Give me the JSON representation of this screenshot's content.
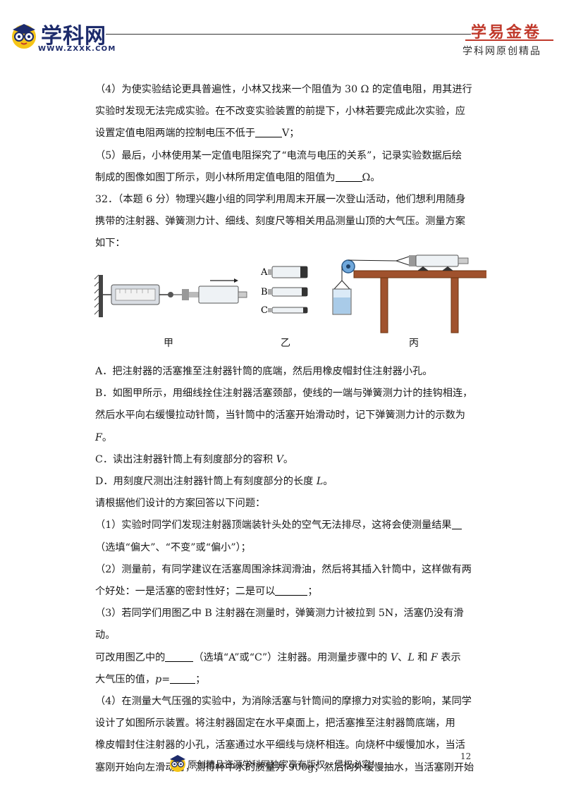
{
  "header": {
    "logo_text": "学科网",
    "logo_url": "WWW.ZXXK.COM",
    "brand_title": "学易金卷",
    "brand_subtitle": "学科网原创精品"
  },
  "body": {
    "p1": "（4）为使实验结论更具普遍性，小林又找来一个阻值为 30 Ω 的定值电阻，用其进行",
    "p2": "实验时发现无法完成实验。在不改变实验装置的前提下，小林若要完成此次实验，应",
    "p3a": "设置定值电阻两端的控制电压不低于",
    "p3b": "V；",
    "p4": "（5）最后，小林使用某一定值电阻探究了“电流与电压的关系”，记录实验数据后绘",
    "p5a": "制成的图像如图丁所示，则小林所用定值电阻的阻值为",
    "p5b": "Ω。",
    "q32_1": "32．（本题 6 分）物理兴趣小组的同学利用周末开展一次登山活动，他们想利用随身",
    "q32_2": "携带的注射器、弹簧测力计、细线、刻度尺等相关用品测量山顶的大气压。测量方案",
    "q32_3": "如下："
  },
  "figure": {
    "syringe_labels": [
      "A",
      "B",
      "C"
    ],
    "captions": [
      "甲",
      "乙",
      "丙"
    ]
  },
  "steps": {
    "a": "A．把注射器的活塞推至注射器针筒的底端，然后用橡皮帽封住注射器小孔。",
    "b1": "B．如图甲所示，用细线拴住注射器活塞颈部，使线的一端与弹簧测力计的挂钩相连，",
    "b2": "然后水平向右缓慢拉动针筒，当针筒中的活塞开始滑动时，记下弹簧测力计的示数为",
    "b3_var": "F",
    "b3_end": "。",
    "c_pre": "C．读出注射器针筒上有刻度部分的容积 ",
    "c_var": "V",
    "c_end": "。",
    "d_pre": "D．用刻度尺测出注射器针筒上有刻度部分的长度 ",
    "d_var": "L",
    "d_end": "。",
    "ask": "请根据他们设计的方案回答以下问题："
  },
  "questions": {
    "q1a": "（1）实验时同学们发现注射器顶端装针头处的空气无法排尽，这将会使测量结果",
    "q1b": "（选填“偏大”、“不变”或“偏小”）；",
    "q2a": "（2）测量前，有同学建议在活塞周围涂抹润滑油，然后将其插入针筒中，这样做有两",
    "q2b": "个好处：一是活塞的密封性好；二是可以",
    "q2c": "；",
    "q3a": "（3）若同学们用图乙中 B 注射器在测量时，弹簧测力计被拉到 5N，活塞仍没有滑动。",
    "q3b_pre": "可改用图乙中的",
    "q3b_mid": "（选填“A”或“C”）注射器。用测量步骤中的 ",
    "q3b_v": "V",
    "q3b_sep1": "、",
    "q3b_l": "L",
    "q3b_and": " 和 ",
    "q3b_f": "F",
    "q3b_end": " 表示",
    "q3c_pre": "大气压的值，",
    "q3c_p": "p",
    "q3c_eq": "=",
    "q3c_end": "；",
    "q4a": "（4）在测量大气压强的实验中，为消除活塞与针筒间的摩擦力对实验的影响，某同学",
    "q4b": "设计了如图所示装置。将注射器固定在水平桌面上，把活塞推至注射器筒底端，用",
    "q4c": "橡皮帽封住注射器的小孔，活塞通过水平细线与烧杯相连。向烧杯中缓慢加水，当活",
    "q4d": "塞刚开始向左滑动时，测得杯中水的质量为 900g；然后向外缓慢抽水，当活塞刚开始"
  },
  "footer": {
    "page_number": "12",
    "notice": "原创精品资源学科网独家享有版权，侵权必究！"
  }
}
